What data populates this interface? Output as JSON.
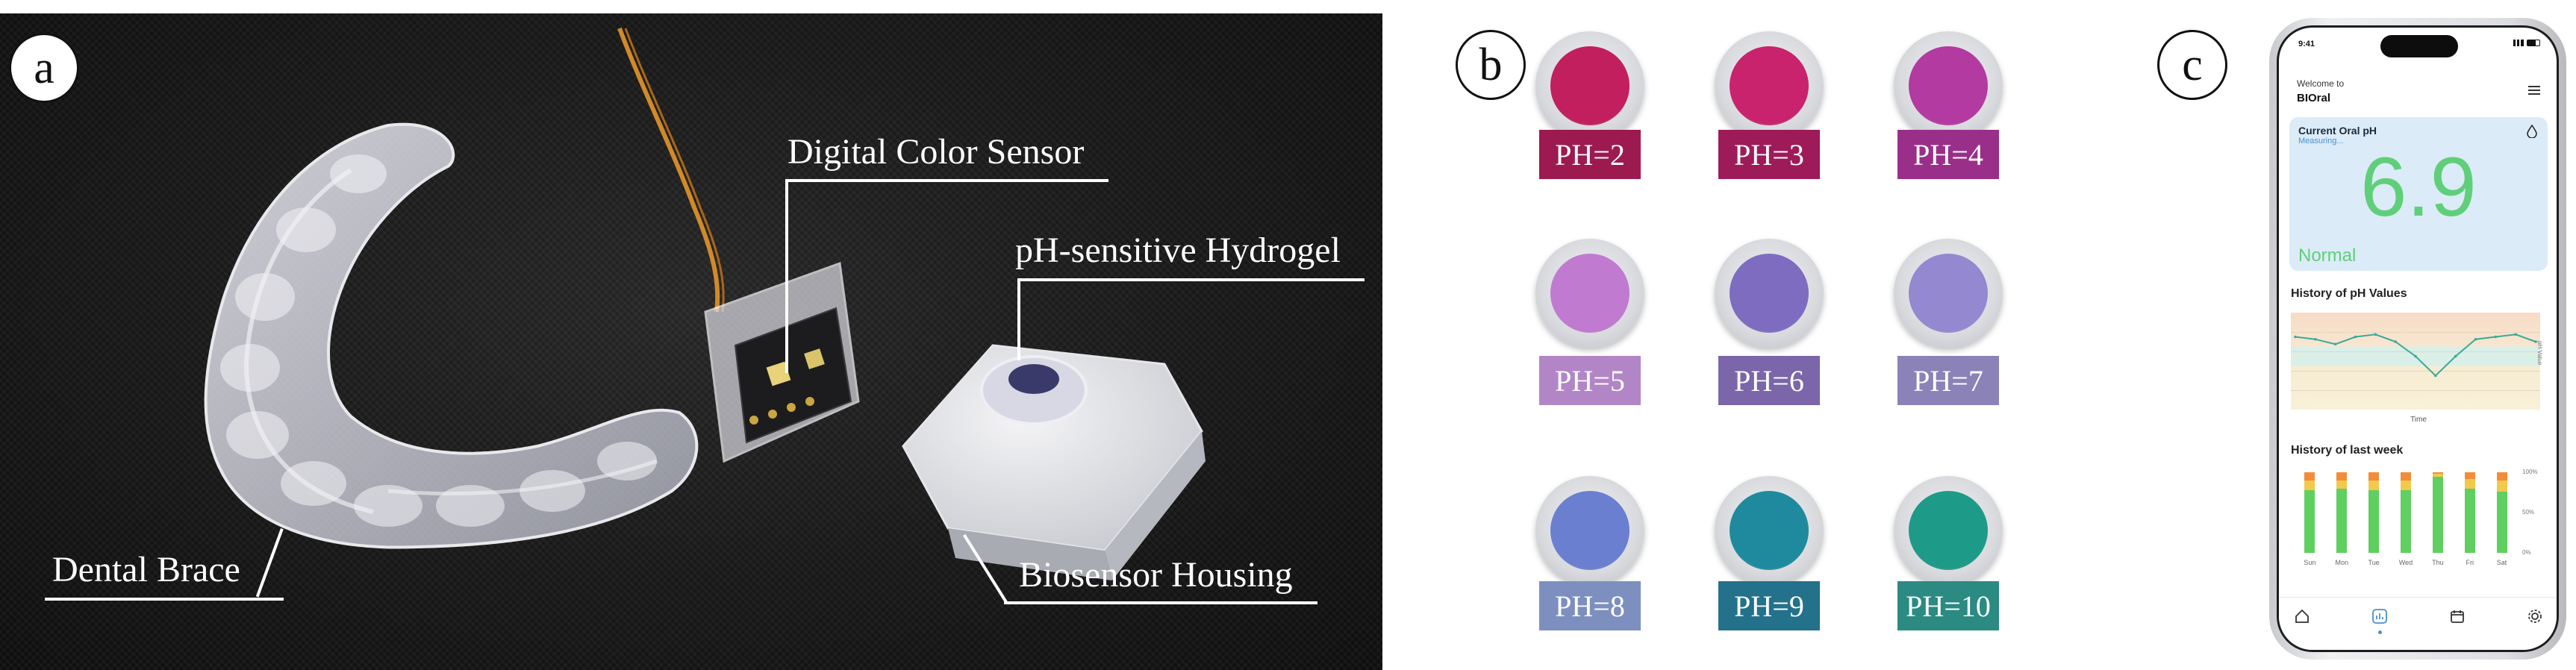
{
  "panel_a": {
    "letter": "a",
    "labels": {
      "color_sensor": "Digital Color Sensor",
      "hydrogel": "pH-sensitive Hydrogel",
      "brace": "Dental Brace",
      "housing": "Biosensor Housing"
    }
  },
  "panel_b": {
    "letter": "b",
    "samples": [
      {
        "label": "PH=2",
        "gel": "#c21f5e",
        "tag": "#9c1a4f"
      },
      {
        "label": "PH=3",
        "gel": "#c8236c",
        "tag": "#9e1b5a"
      },
      {
        "label": "PH=4",
        "gel": "#b23aa0",
        "tag": "#9a2f8a"
      },
      {
        "label": "PH=5",
        "gel": "#c07ad0",
        "tag": "#b286c6"
      },
      {
        "label": "PH=6",
        "gel": "#7e6cc0",
        "tag": "#7a66a8"
      },
      {
        "label": "PH=7",
        "gel": "#9488d0",
        "tag": "#8b82b8"
      },
      {
        "label": "PH=8",
        "gel": "#6b7fd0",
        "tag": "#7c8fbf"
      },
      {
        "label": "PH=9",
        "gel": "#1f8a9e",
        "tag": "#23718a"
      },
      {
        "label": "PH=10",
        "gel": "#1e9a88",
        "tag": "#2b8a82"
      }
    ]
  },
  "panel_c": {
    "letter": "c",
    "status_time": "9:41",
    "welcome": "Welcome to",
    "app_name": "BIOral",
    "current_title": "Current Oral pH",
    "measuring": "Measuring...",
    "ph_value": "6.9",
    "status": "Normal",
    "history_title": "History of pH Values",
    "history_xlabel": "Time",
    "history_ylabel": "pH Value",
    "week_title": "History of last week",
    "week_days": [
      "Sun",
      "Mon",
      "Tue",
      "Wed",
      "Thu",
      "Fri",
      "Sat"
    ],
    "week_ticks": [
      "100%",
      "50%",
      "0%"
    ],
    "colors": {
      "accent_green": "#5fcf7a",
      "card_bg": "#dcebf8",
      "measuring": "#4a8fd0"
    },
    "nav_icons": [
      "home-icon",
      "chart-icon",
      "calendar-icon",
      "settings-icon"
    ]
  },
  "chart_data": [
    {
      "type": "line",
      "title": "History of pH Values",
      "xlabel": "Time",
      "ylabel": "pH Value",
      "x": [
        0,
        1,
        2,
        3,
        4,
        5,
        6,
        7,
        8,
        9,
        10,
        11,
        12
      ],
      "series": [
        {
          "values": [
            7.0,
            6.95,
            6.85,
            7.0,
            7.05,
            6.9,
            6.6,
            6.2,
            6.6,
            6.95,
            7.0,
            7.05,
            6.9
          ]
        }
      ]
    },
    {
      "type": "bar",
      "title": "History of last week",
      "categories": [
        "Sun",
        "Mon",
        "Tue",
        "Wed",
        "Thu",
        "Fri",
        "Sat"
      ],
      "ylim": [
        0,
        100
      ],
      "series": [
        {
          "values": [
            78,
            80,
            78,
            78,
            94,
            80,
            76
          ]
        },
        {
          "values": [
            12,
            10,
            12,
            12,
            4,
            12,
            14
          ]
        },
        {
          "values": [
            10,
            10,
            10,
            10,
            2,
            8,
            10
          ]
        }
      ]
    }
  ]
}
